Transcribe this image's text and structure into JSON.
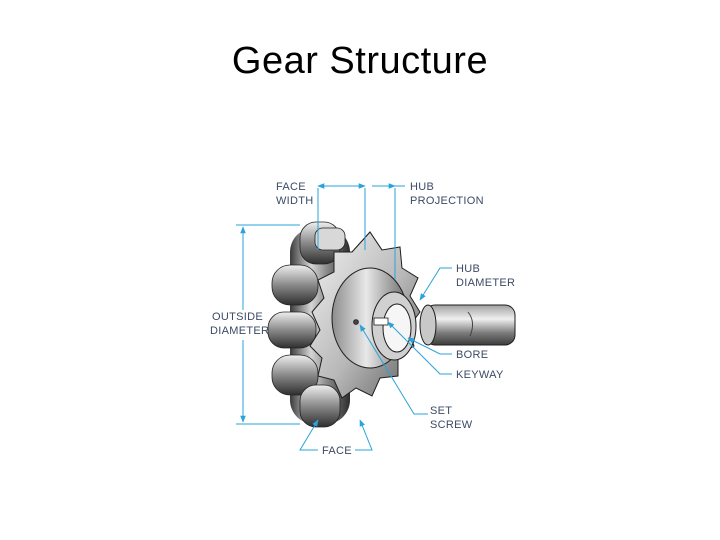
{
  "slide": {
    "title": "Gear Structure"
  },
  "diagram": {
    "accent_color": "#2aa3d8",
    "labels": {
      "face_width_1": "FACE",
      "face_width_2": "WIDTH",
      "hub_projection_1": "HUB",
      "hub_projection_2": "PROJECTION",
      "hub_diameter_1": "HUB",
      "hub_diameter_2": "DIAMETER",
      "outside_diameter_1": "OUTSIDE",
      "outside_diameter_2": "DIAMETER",
      "bore": "BORE",
      "keyway": "KEYWAY",
      "set_screw_1": "SET",
      "set_screw_2": "SCREW",
      "face": "FACE"
    }
  }
}
